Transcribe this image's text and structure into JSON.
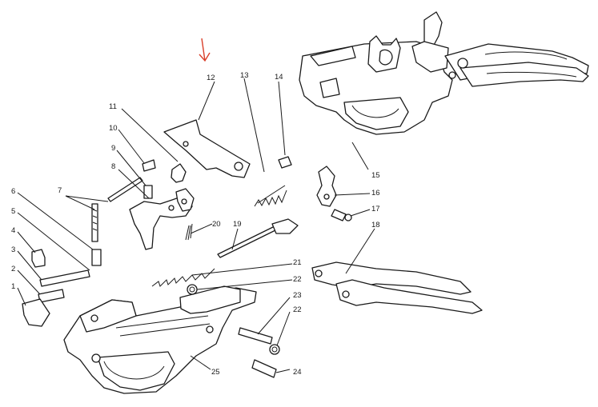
{
  "diagram": {
    "accent_arrow_color": "#d9402b",
    "callouts": [
      {
        "id": "1",
        "label": "1"
      },
      {
        "id": "2",
        "label": "2"
      },
      {
        "id": "3",
        "label": "3"
      },
      {
        "id": "4",
        "label": "4"
      },
      {
        "id": "5",
        "label": "5"
      },
      {
        "id": "6",
        "label": "6"
      },
      {
        "id": "7",
        "label": "7"
      },
      {
        "id": "8",
        "label": "8"
      },
      {
        "id": "9",
        "label": "9"
      },
      {
        "id": "10",
        "label": "10"
      },
      {
        "id": "11",
        "label": "11"
      },
      {
        "id": "12",
        "label": "12"
      },
      {
        "id": "13",
        "label": "13"
      },
      {
        "id": "14",
        "label": "14"
      },
      {
        "id": "15",
        "label": "15"
      },
      {
        "id": "16",
        "label": "16"
      },
      {
        "id": "17",
        "label": "17"
      },
      {
        "id": "18",
        "label": "18"
      },
      {
        "id": "19",
        "label": "19"
      },
      {
        "id": "20",
        "label": "20"
      },
      {
        "id": "21",
        "label": "21"
      },
      {
        "id": "22a",
        "label": "22"
      },
      {
        "id": "22b",
        "label": "22"
      },
      {
        "id": "23",
        "label": "23"
      },
      {
        "id": "24",
        "label": "24"
      },
      {
        "id": "25",
        "label": "25"
      }
    ]
  }
}
